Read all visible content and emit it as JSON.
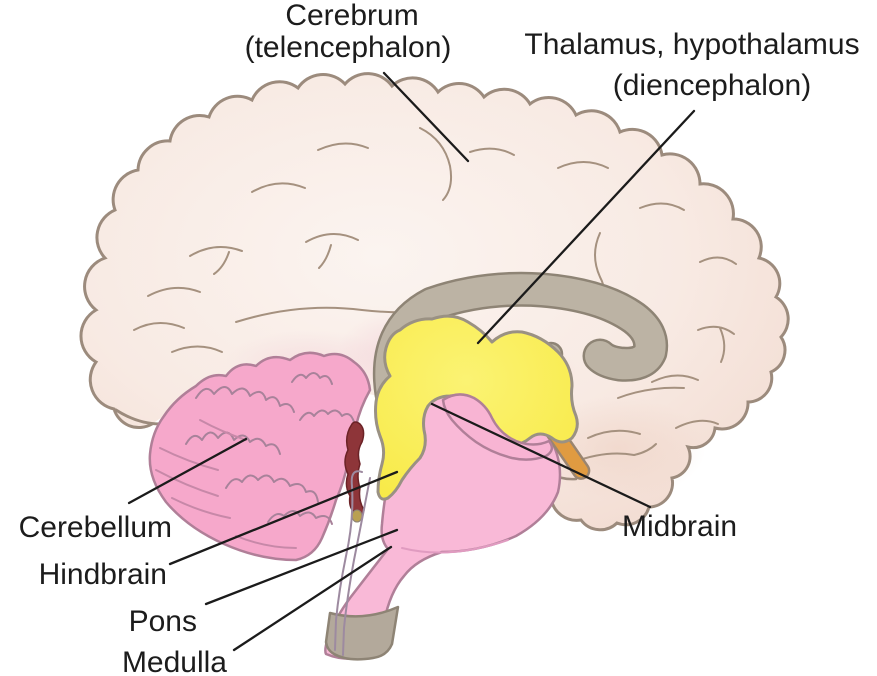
{
  "diagram": {
    "type": "brain-midsagittal-labeled-diagram",
    "labels": {
      "cerebrum": {
        "line1": "Cerebrum",
        "line2": "(telencephalon)"
      },
      "thalamus": {
        "line1": "Thalamus, hypothalamus",
        "line2": "(diencephalon)"
      },
      "midbrain": {
        "text": "Midbrain"
      },
      "cerebellum": {
        "text": "Cerebellum"
      },
      "hindbrain": {
        "text": "Hindbrain"
      },
      "pons": {
        "text": "Pons"
      },
      "medulla": {
        "text": "Medulla"
      }
    },
    "colors": {
      "background": "#FFFFFF",
      "label_text": "#1C1C1C",
      "leader_line": "#1B1B1B",
      "cerebrum_fill": "#F8EBE4",
      "cortex_outline": "#9C8B7D",
      "sulci_line": "#A5917F",
      "corpus_callosum_gray": "#BCB3A4",
      "diencephalon_yellow": "#F9ED55",
      "brainstem_pink": "#F9B9D7",
      "midbrain_pink": "#F8B4D3",
      "cerebellum_pink": "#F6A8CB",
      "pink_outline": "#B07F98",
      "choroid_dark_red": "#8E3539",
      "optic_stalk_orange": "#E09B41",
      "spinal_cord_gray": "#B3A99B"
    }
  }
}
